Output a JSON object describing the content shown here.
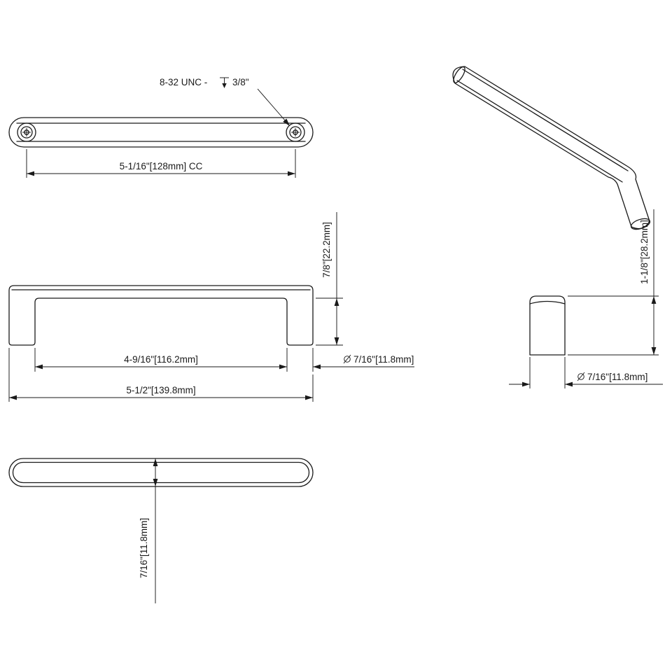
{
  "colors": {
    "background": "#ffffff",
    "line": "#1a1a1a"
  },
  "callout": {
    "thread_spec": "8-32 UNC -",
    "thread_depth": "3/8\""
  },
  "dimensions": {
    "center_to_center": "5-1/16\"[128mm] CC",
    "bar_clearance": "7/8\"[22.2mm]",
    "inner_span": "4-9/16\"[116.2mm]",
    "side_leg_diameter": "7/16\"[11.8mm]",
    "overall_length": "5-1/2\"[139.8mm]",
    "post_projection": "1-1/8\"[28.2mm]",
    "post_diameter": "7/16\"[11.8mm]",
    "plan_depth": "7/16\"[11.8mm]"
  },
  "icons": {
    "depth_symbol": "bar-over-down-arrow",
    "diameter_symbol": "slashed-circle",
    "arrowhead": "filled-triangle"
  }
}
